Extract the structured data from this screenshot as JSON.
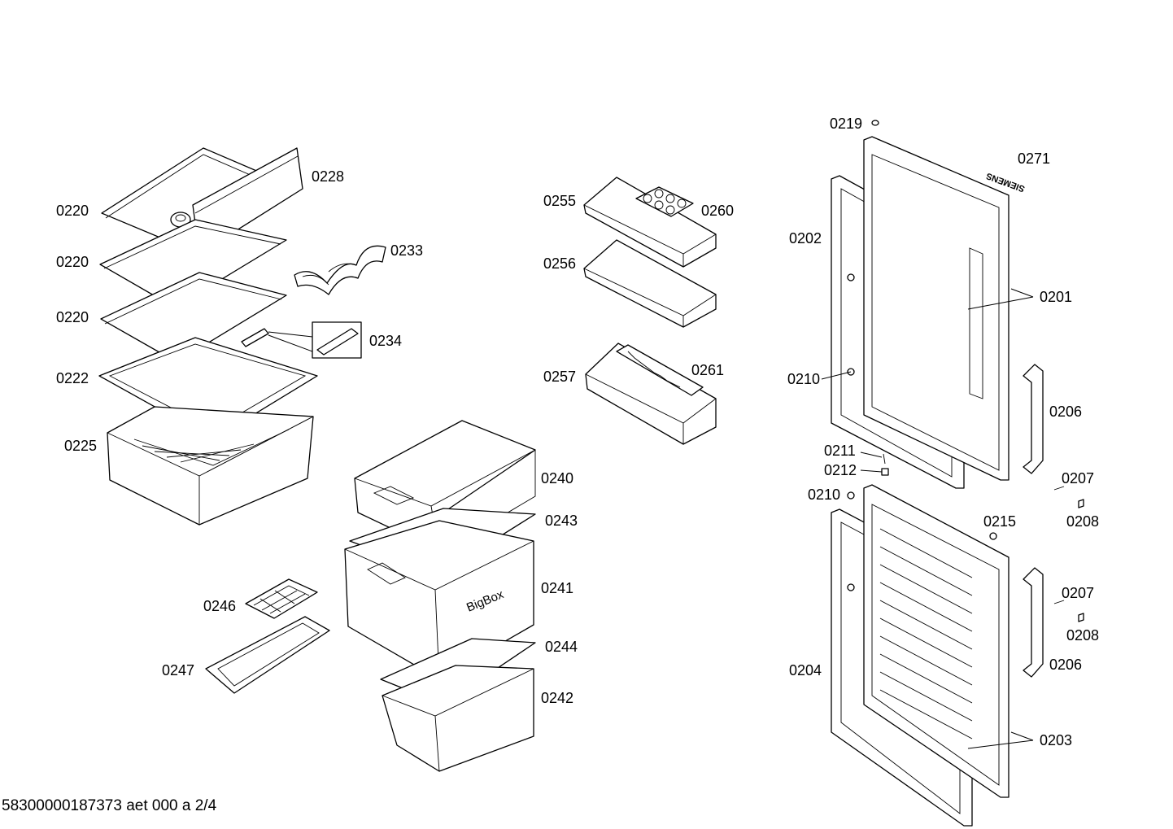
{
  "diagram": {
    "footer": "58300000187373 aet 000 a 2/4",
    "brand_mark": "SIEMENS",
    "box_text": "BigBox",
    "labels": {
      "p0219": "0219",
      "p0271": "0271",
      "p0228": "0228",
      "p0220a": "0220",
      "p0220b": "0220",
      "p0220c": "0220",
      "p0233": "0233",
      "p0234": "0234",
      "p0222": "0222",
      "p0225": "0225",
      "p0255": "0255",
      "p0260": "0260",
      "p0256": "0256",
      "p0257": "0257",
      "p0261": "0261",
      "p0202": "0202",
      "p0201": "0201",
      "p0210a": "0210",
      "p0206a": "0206",
      "p0211": "0211",
      "p0212": "0212",
      "p0207a": "0207",
      "p0210b": "0210",
      "p0215": "0215",
      "p0208a": "0208",
      "p0240": "0240",
      "p0243": "0243",
      "p0241": "0241",
      "p0246": "0246",
      "p0207b": "0207",
      "p0208b": "0208",
      "p0244": "0244",
      "p0247": "0247",
      "p0206b": "0206",
      "p0204": "0204",
      "p0242": "0242",
      "p0203": "0203"
    }
  }
}
